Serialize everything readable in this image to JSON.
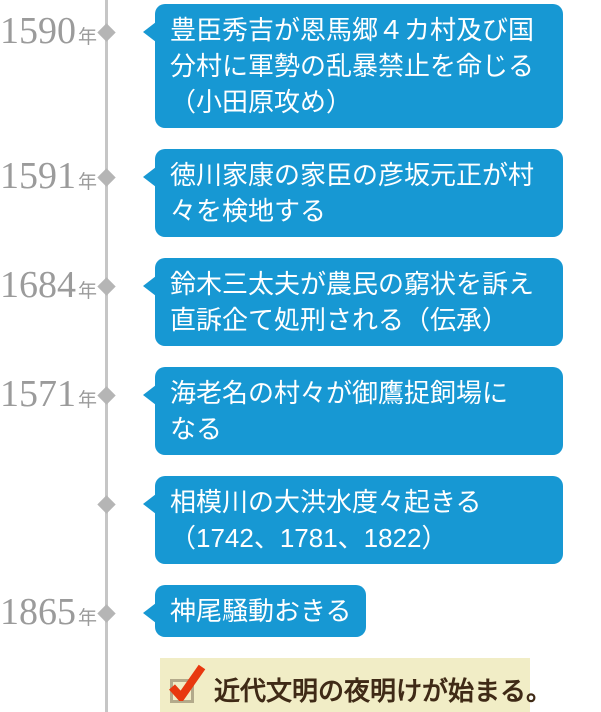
{
  "timeline": {
    "entries": [
      {
        "year": "1590",
        "suffix": "年",
        "text": "豊臣秀吉が恩馬郷４カ村及び国\n分村に軍勢の乱暴禁止を命じる\n（小田原攻め）"
      },
      {
        "year": "1591",
        "suffix": "年",
        "text": "徳川家康の家臣の彦坂元正が村\n々を検地する"
      },
      {
        "year": "1684",
        "suffix": "年",
        "text": "鈴木三太夫が農民の窮状を訴え\n直訴企て処刑される（伝承）"
      },
      {
        "year": "1571",
        "suffix": "年",
        "text": "海老名の村々が御鷹捉飼場に\nなる"
      },
      {
        "year": "",
        "suffix": "",
        "text": "相模川の大洪水度々起きる\n（1742、1781、1822）"
      },
      {
        "year": "1865",
        "suffix": "年",
        "text": "神尾騒動おきる"
      }
    ],
    "note": {
      "icon": "checkbox-checked",
      "text": "近代文明の夜明けが始まる。"
    },
    "colors": {
      "bubble_blue": "#1798d3",
      "bubble_text": "#ffffff",
      "axis_gray": "#c6c6c6",
      "marker_gray": "#b5b5b5",
      "year_gray": "#9b9b9b",
      "note_background": "#f1edc6",
      "note_text": "#3f2a16",
      "check_red": "#e8380f"
    }
  }
}
